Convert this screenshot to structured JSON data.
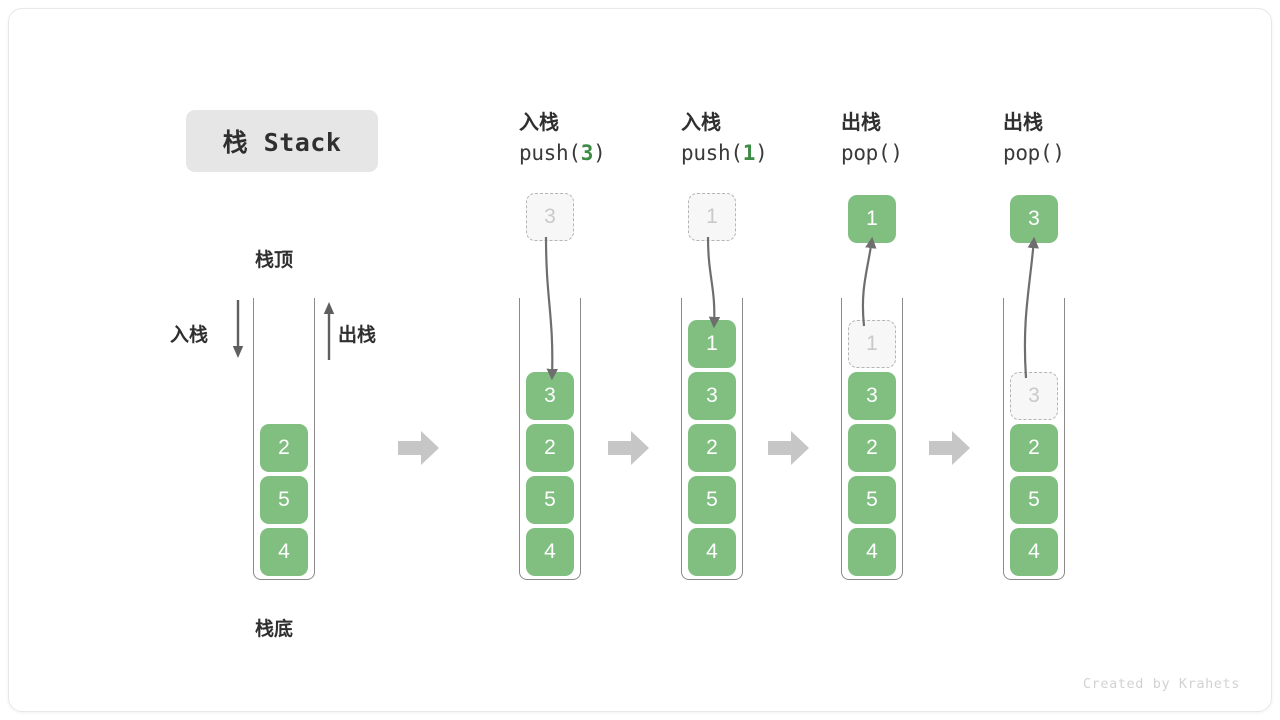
{
  "title_badge": "栈 Stack",
  "labels": {
    "top": "栈顶",
    "bottom": "栈底",
    "push_side": "入栈",
    "pop_side": "出栈"
  },
  "watermark": "Created by Krahets",
  "colors": {
    "cell_green": "#81bf81",
    "cell_text": "#ffffff",
    "ghost_fill": "#f7f7f7",
    "ghost_border": "#b5b5b5",
    "ghost_text": "#c9c9c9",
    "arrow_gray": "#6e6e6e",
    "step_arrow": "#c6c6c6",
    "badge_bg": "#e6e6e6",
    "code_arg_green": "#3e8b45",
    "wall": "#8a8a8a"
  },
  "initial_stack": {
    "name": "initial",
    "cells_top_to_bottom": [
      "2",
      "5",
      "4"
    ]
  },
  "steps": [
    {
      "id": "push-3",
      "op_cn": "入栈",
      "op_name": "push",
      "op_arg": "3",
      "code_prefix": "push(",
      "code_suffix": ")",
      "float_box": {
        "value": "3",
        "style": "ghost"
      },
      "arrow_direction": "down",
      "cells_top_to_bottom": [
        "3",
        "2",
        "5",
        "4"
      ],
      "ghost_index": -1,
      "leading_empty": 0
    },
    {
      "id": "push-1",
      "op_cn": "入栈",
      "op_name": "push",
      "op_arg": "1",
      "code_prefix": "push(",
      "code_suffix": ")",
      "float_box": {
        "value": "1",
        "style": "ghost"
      },
      "arrow_direction": "down",
      "cells_top_to_bottom": [
        "1",
        "3",
        "2",
        "5",
        "4"
      ],
      "ghost_index": -1,
      "leading_empty": 0
    },
    {
      "id": "pop-1",
      "op_cn": "出栈",
      "op_name": "pop",
      "op_arg": "",
      "code_prefix": "pop(",
      "code_suffix": ")",
      "float_box": {
        "value": "1",
        "style": "solid"
      },
      "arrow_direction": "up",
      "cells_top_to_bottom": [
        "1",
        "3",
        "2",
        "5",
        "4"
      ],
      "ghost_index": 0,
      "leading_empty": 0
    },
    {
      "id": "pop-2",
      "op_cn": "出栈",
      "op_name": "pop",
      "op_arg": "",
      "code_prefix": "pop(",
      "code_suffix": ")",
      "float_box": {
        "value": "3",
        "style": "solid"
      },
      "arrow_direction": "up",
      "cells_top_to_bottom": [
        "3",
        "2",
        "5",
        "4"
      ],
      "ghost_index": 0,
      "leading_empty": 1
    }
  ]
}
